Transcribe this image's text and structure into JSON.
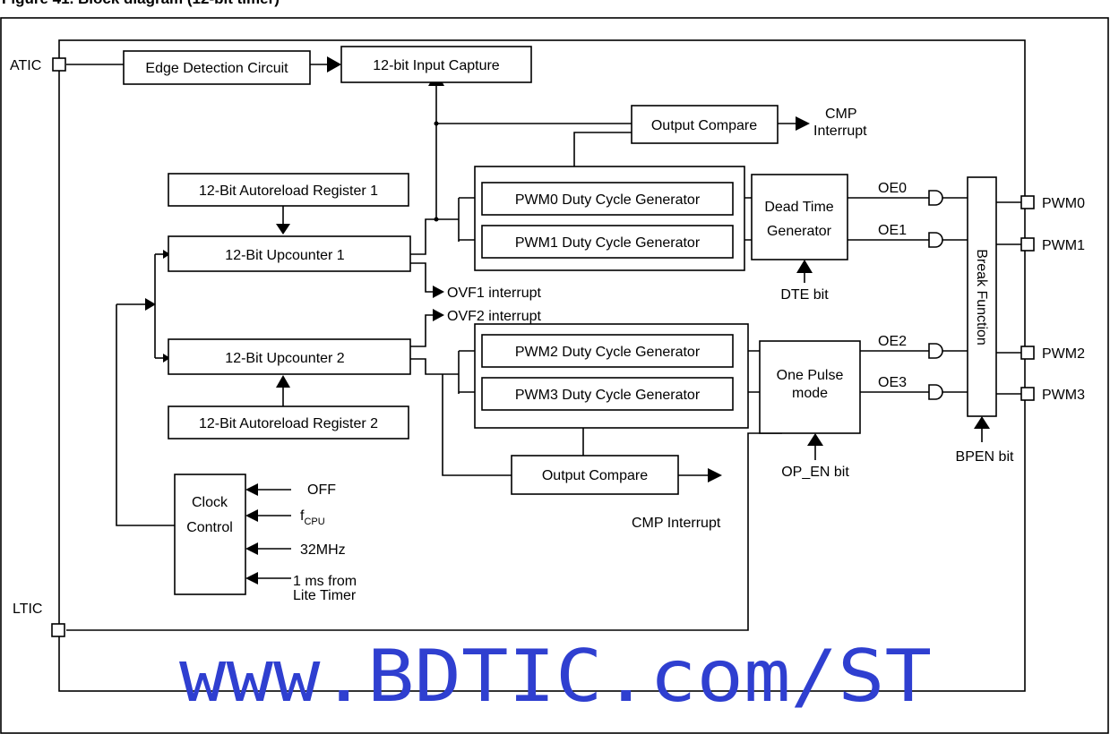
{
  "figure": {
    "caption": "Figure 41. Block diagram (12-bit timer)",
    "watermark": "www.BDTIC.com/ST"
  },
  "pins": {
    "atic": "ATIC",
    "ltic": "LTIC",
    "pwm0": "PWM0",
    "pwm1": "PWM1",
    "pwm2": "PWM2",
    "pwm3": "PWM3"
  },
  "blocks": {
    "edge_detection": "Edge Detection Circuit",
    "input_capture": "12-bit Input Capture",
    "output_compare_top": "Output Compare",
    "autoreload1": "12-Bit Autoreload Register 1",
    "upcounter1": "12-Bit Upcounter 1",
    "upcounter2": "12-Bit Upcounter 2",
    "autoreload2": "12-Bit Autoreload Register 2",
    "pwm0_gen": "PWM0 Duty Cycle Generator",
    "pwm1_gen": "PWM1 Duty Cycle Generator",
    "pwm2_gen": "PWM2 Duty Cycle Generator",
    "pwm3_gen": "PWM3 Duty Cycle Generator",
    "dead_time_l1": "Dead Time",
    "dead_time_l2": "Generator",
    "one_pulse_l1": "One Pulse",
    "one_pulse_l2": "mode",
    "break_function": "Break Function",
    "clock_l1": "Clock",
    "clock_l2": "Control",
    "output_compare_bottom": "Output Compare"
  },
  "signals": {
    "cmp_interrupt_l1": "CMP",
    "cmp_interrupt_l2": "Interrupt",
    "cmp_interrupt_bottom": "CMP Interrupt",
    "ovf1": "OVF1 interrupt",
    "ovf2": "OVF2 interrupt",
    "oe0": "OE0",
    "oe1": "OE1",
    "oe2": "OE2",
    "oe3": "OE3",
    "dte_bit": "DTE bit",
    "op_en_bit": "OP_EN bit",
    "bpen_bit": "BPEN bit",
    "clk_off": "OFF",
    "clk_fcpu_main": "f",
    "clk_fcpu_sub": "CPU",
    "clk_32mhz": "32MHz",
    "clk_lite_l1": "1 ms from",
    "clk_lite_l2": "Lite Timer"
  }
}
